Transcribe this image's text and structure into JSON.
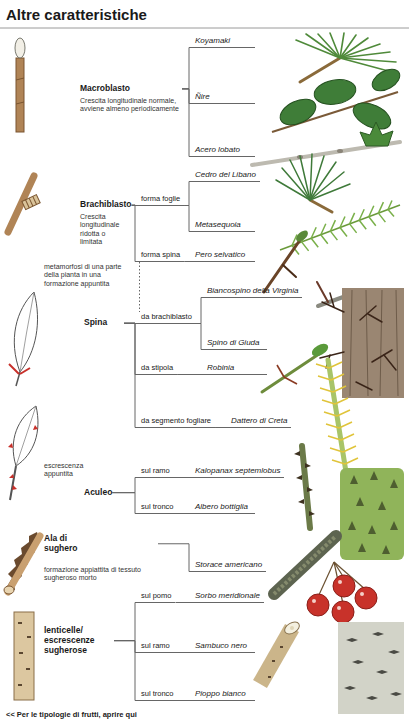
{
  "diagram": {
    "title": "Altre caratteristiche",
    "nodes": [
      {
        "text": [
          "Macroblasto",
          "Crescita longitudinale normale, avviene almeno periodicamente"
        ]
      },
      {
        "text": [
          "Koyamaki"
        ]
      },
      {
        "text": [
          "Ñire"
        ]
      },
      {
        "text": [
          "Acero lobato"
        ]
      },
      {
        "text": [
          "Brachiblasto",
          "Crescita longitudinale ridotta o limitata"
        ]
      },
      {
        "text": [
          "forma foglie"
        ]
      },
      {
        "text": [
          "Cedro del Libano"
        ]
      },
      {
        "text": [
          "Metasequoia"
        ]
      },
      {
        "text": [
          "forma spina"
        ]
      },
      {
        "text": [
          "Pero selvatico"
        ]
      },
      {
        "text": [
          "metamorfosi di una parte della pianta in una formazione appuntita",
          "Spina"
        ]
      },
      {
        "text": [
          "da brachiblasto"
        ]
      },
      {
        "text": [
          "Biancospino della Virginia"
        ]
      },
      {
        "text": [
          "Spino di Giuda"
        ]
      },
      {
        "text": [
          "da stipola"
        ]
      },
      {
        "text": [
          "Robinia"
        ]
      },
      {
        "text": [
          "da segmento fogliare"
        ]
      },
      {
        "text": [
          "Dattero di Creta"
        ]
      },
      {
        "text": [
          "escrescenza appuntita",
          "Aculeo"
        ]
      },
      {
        "text": [
          "sul ramo"
        ]
      },
      {
        "text": [
          "Kalopanax septemlobus"
        ]
      },
      {
        "text": [
          "sul tronco"
        ]
      },
      {
        "text": [
          "Albero bottiglia"
        ]
      },
      {
        "text": [
          "Ala di sughero",
          "formazione appiattita di tessuto sugheroso morto"
        ]
      },
      {
        "text": [
          "Storace americano"
        ]
      },
      {
        "text": [
          "lenticelle/ escrescenze sugherose"
        ]
      },
      {
        "text": [
          "sul pomo"
        ]
      },
      {
        "text": [
          "Sorbo meridionale"
        ]
      },
      {
        "text": [
          "sul ramo"
        ]
      },
      {
        "text": [
          "Sambuco nero"
        ]
      },
      {
        "text": [
          "sul tronco"
        ]
      },
      {
        "text": [
          "Pioppo bianco"
        ]
      }
    ],
    "edges": [
      {
        "from": 0,
        "to": 1,
        "arrow": "none"
      },
      {
        "from": 0,
        "to": 2,
        "arrow": "none"
      },
      {
        "from": 0,
        "to": 3,
        "arrow": "none"
      },
      {
        "from": 4,
        "to": 5,
        "arrow": "none"
      },
      {
        "from": 4,
        "to": 8,
        "arrow": "none"
      },
      {
        "from": 5,
        "to": 6,
        "arrow": "none"
      },
      {
        "from": 5,
        "to": 7,
        "arrow": "none"
      },
      {
        "from": 8,
        "to": 9,
        "arrow": "none"
      },
      {
        "from": 8,
        "to": 11,
        "arrow": "none"
      },
      {
        "from": 10,
        "to": 11,
        "arrow": "none"
      },
      {
        "from": 10,
        "to": 14,
        "arrow": "none"
      },
      {
        "from": 10,
        "to": 16,
        "arrow": "none"
      },
      {
        "from": 11,
        "to": 12,
        "arrow": "none"
      },
      {
        "from": 11,
        "to": 13,
        "arrow": "none"
      },
      {
        "from": 14,
        "to": 15,
        "arrow": "none"
      },
      {
        "from": 16,
        "to": 17,
        "arrow": "none"
      },
      {
        "from": 18,
        "to": 19,
        "arrow": "none"
      },
      {
        "from": 18,
        "to": 21,
        "arrow": "none"
      },
      {
        "from": 19,
        "to": 20,
        "arrow": "none"
      },
      {
        "from": 21,
        "to": 22,
        "arrow": "none"
      },
      {
        "from": 23,
        "to": 24,
        "arrow": "none"
      },
      {
        "from": 25,
        "to": 26,
        "arrow": "none"
      },
      {
        "from": 25,
        "to": 28,
        "arrow": "none"
      },
      {
        "from": 25,
        "to": 30,
        "arrow": "none"
      },
      {
        "from": 26,
        "to": 27,
        "arrow": "none"
      },
      {
        "from": 28,
        "to": 29,
        "arrow": "none"
      },
      {
        "from": 30,
        "to": 31,
        "arrow": "none"
      }
    ],
    "labels": [
      "<< Per le tipologie di frutti, aprire qui"
    ]
  }
}
